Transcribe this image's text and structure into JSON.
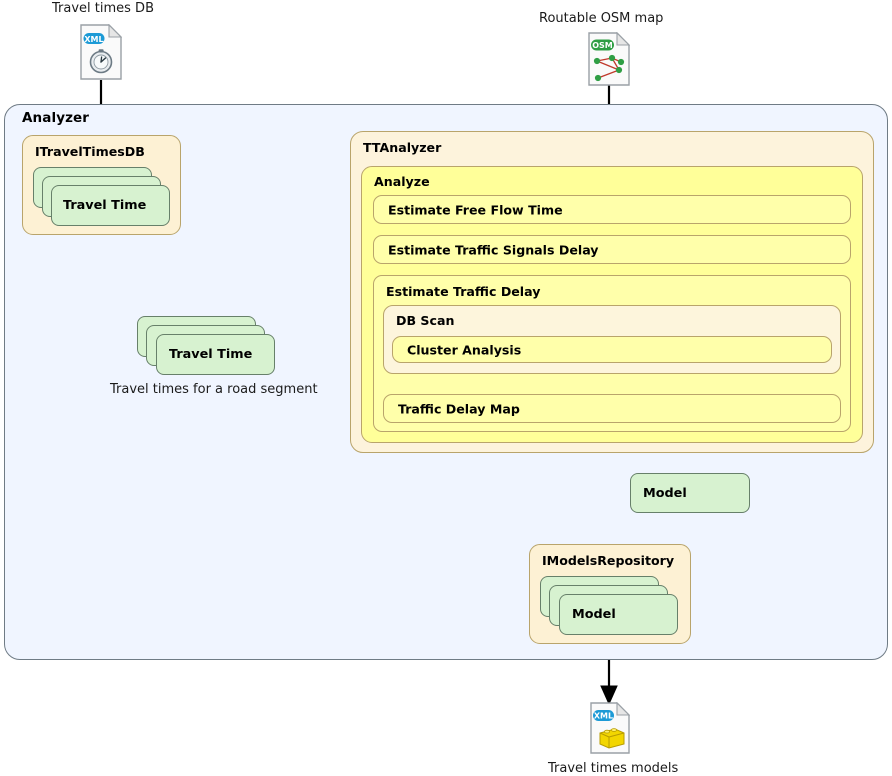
{
  "diagram": {
    "type": "uml-activity-component-diagram",
    "title_top_left": "Travel times DB",
    "title_top_right": "Routable OSM map",
    "title_bottom": "Travel times models"
  },
  "artifacts": [
    {
      "id": "travel-times-db",
      "label": "Travel times DB",
      "badge": "XML",
      "badge_color": "#1c9ad6",
      "glyph": "stopwatch"
    },
    {
      "id": "routable-osm-map",
      "label": "Routable OSM map",
      "badge": "OSM",
      "badge_color": "#2f9e44",
      "glyph": "graph-nodes"
    },
    {
      "id": "travel-times-models",
      "label": "Travel times models",
      "badge": "XML",
      "badge_color": "#1c9ad6",
      "glyph": "yellow-block"
    }
  ],
  "analyzer": {
    "label": "Analyzer",
    "interfaces": [
      {
        "id": "itraveltimesdb",
        "label": "ITravelTimesDB",
        "stacked_item": "Travel Time",
        "stack_count": 3
      },
      {
        "id": "imodelsrepository",
        "label": "IModelsRepository",
        "stacked_item": "Model",
        "stack_count": 3
      }
    ],
    "free_objects": [
      {
        "id": "travel-time-stack",
        "label": "Travel Time",
        "stack_count": 3,
        "caption": "Travel times for a road segment"
      },
      {
        "id": "model-object",
        "label": "Model",
        "stack_count": 1,
        "caption": ""
      }
    ],
    "ttanalyzer": {
      "label": "TTAnalyzer",
      "analyze": {
        "label": "Analyze",
        "actions": [
          {
            "id": "estimate-free-flow-time",
            "label": "Estimate Free Flow Time"
          },
          {
            "id": "estimate-traffic-signals-delay",
            "label": "Estimate Traffic Signals Delay"
          },
          {
            "id": "estimate-traffic-delay",
            "label": "Estimate Traffic Delay",
            "children": [
              {
                "id": "db-scan",
                "label": "DB Scan",
                "children": [
                  {
                    "id": "cluster-analysis",
                    "label": "Cluster Analysis"
                  }
                ]
              },
              {
                "id": "traffic-delay-map",
                "label": "Traffic Delay Map"
              }
            ]
          }
        ]
      }
    }
  },
  "colors": {
    "analyzer_bg": "#f0f5ff",
    "analyzer_border": "#6f7b85",
    "cream_bg": "#fdf1d4",
    "cream_border": "#b9a46b",
    "green_bg": "#d7f2d0",
    "green_border": "#67806a",
    "yellow_bg": "#ffff99",
    "light_yellow_bg": "#ffffaa",
    "subcream_bg": "#fdf5dc",
    "arrow": "#000000"
  }
}
